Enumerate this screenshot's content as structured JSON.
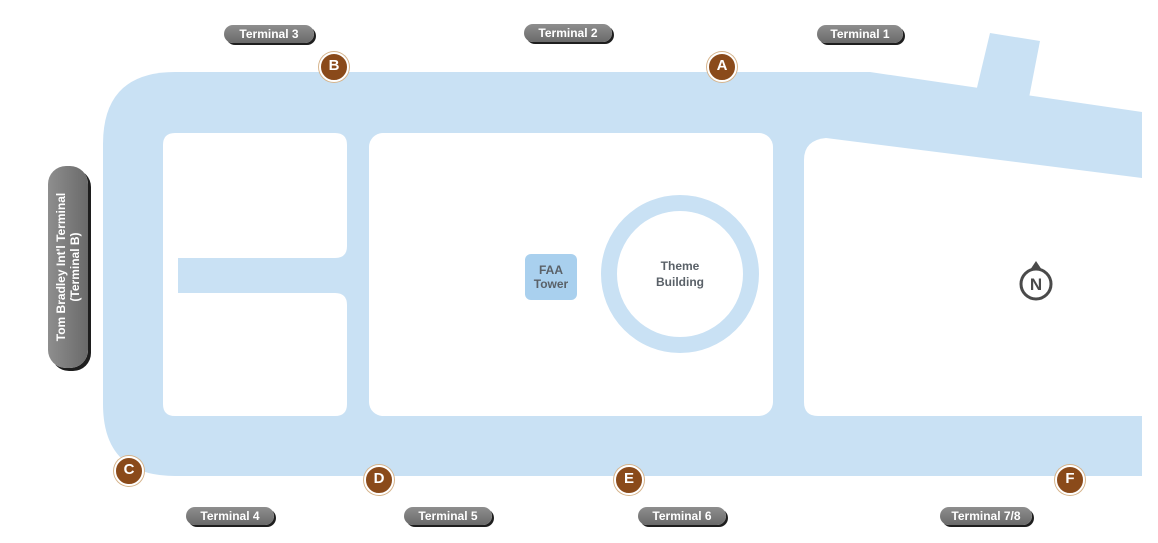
{
  "terminals": {
    "t1": "Terminal 1",
    "t2": "Terminal 2",
    "t3": "Terminal 3",
    "t4": "Terminal 4",
    "t5": "Terminal 5",
    "t6": "Terminal 6",
    "t78": "Terminal 7/8",
    "tbit_line1": "Tom Bradley Int'l Terminal",
    "tbit_line2": "(Terminal B)"
  },
  "stops": {
    "a": "A",
    "b": "B",
    "c": "C",
    "d": "D",
    "e": "E",
    "f": "F"
  },
  "landmarks": {
    "faa_line1": "FAA",
    "faa_line2": "Tower",
    "theme_line1": "Theme",
    "theme_line2": "Building"
  },
  "compass": {
    "letter": "N"
  },
  "colors": {
    "road": "#c9e1f4",
    "block": "#ffffff",
    "marker": "#8a4a1a",
    "pill": "#7a7a7a"
  }
}
